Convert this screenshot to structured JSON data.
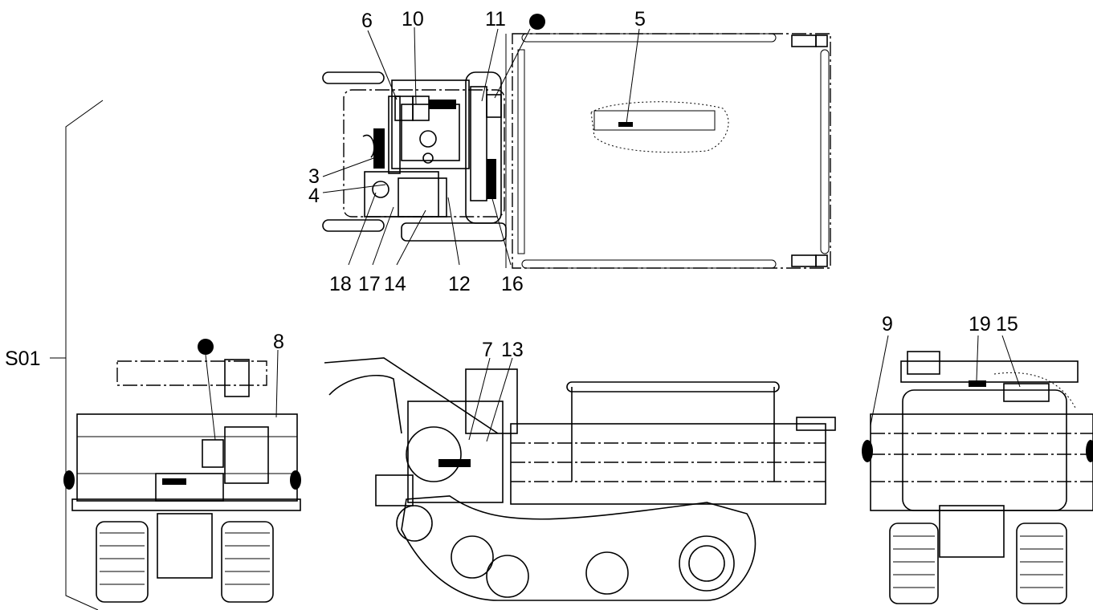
{
  "figure_group_label": "S01",
  "callouts": {
    "c3": "3",
    "c4": "4",
    "c5": "5",
    "c6": "6",
    "c7": "7",
    "c8": "8",
    "c9": "9",
    "c10": "10",
    "c11": "11",
    "c12": "12",
    "c13": "13",
    "c14": "14",
    "c15": "15",
    "c16": "16",
    "c17": "17",
    "c18": "18",
    "c19": "19"
  }
}
